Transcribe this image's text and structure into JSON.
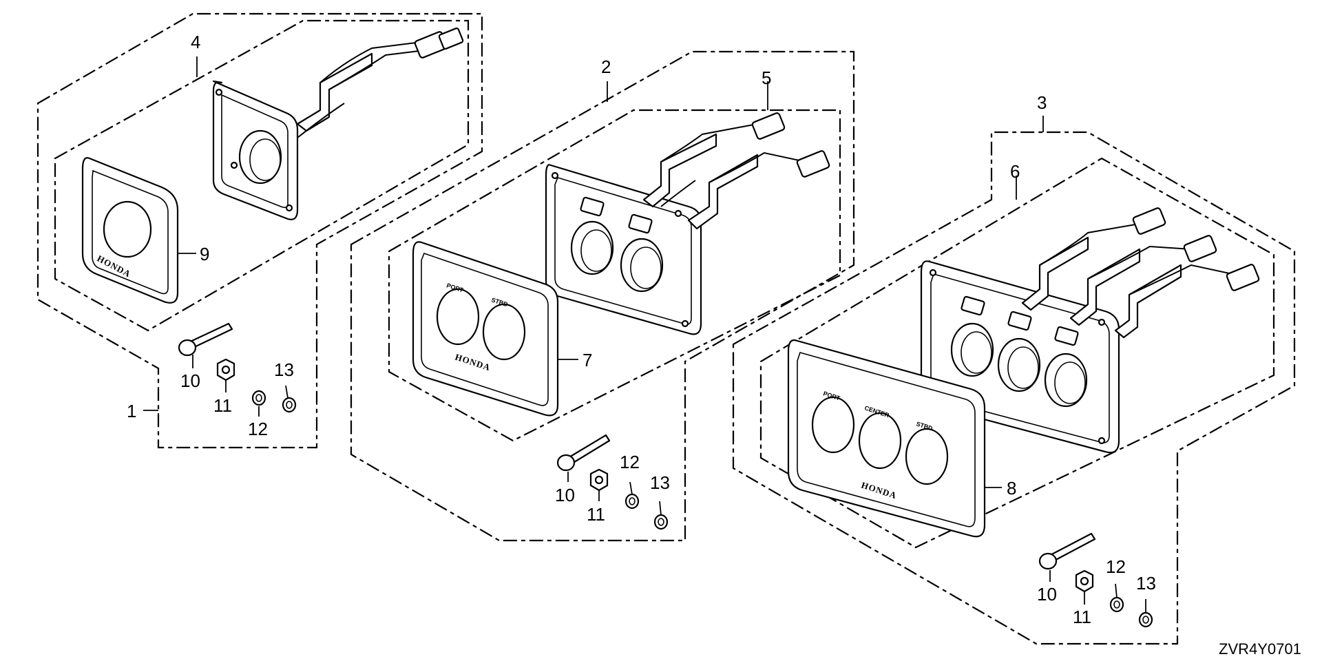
{
  "diagram": {
    "drawing_code": "ZVR4Y0701",
    "callouts": {
      "c1": "1",
      "c2": "2",
      "c3": "3",
      "c4": "4",
      "c5": "5",
      "c6": "6",
      "c7": "7",
      "c8": "8",
      "c9": "9",
      "c10a": "10",
      "c11a": "11",
      "c12a": "12",
      "c13a": "13",
      "c10b": "10",
      "c11b": "11",
      "c12b": "12",
      "c13b": "13",
      "c10c": "10",
      "c11c": "11",
      "c12c": "12",
      "c13c": "13"
    },
    "panel_labels": {
      "dual_port": "PORT",
      "dual_stbd": "STBD",
      "triple_port": "PORT",
      "triple_center": "CENTER",
      "triple_stbd": "STBD"
    },
    "brand_marks": {
      "single": "HONDA",
      "dual": "HONDA",
      "triple": "HONDA"
    }
  }
}
